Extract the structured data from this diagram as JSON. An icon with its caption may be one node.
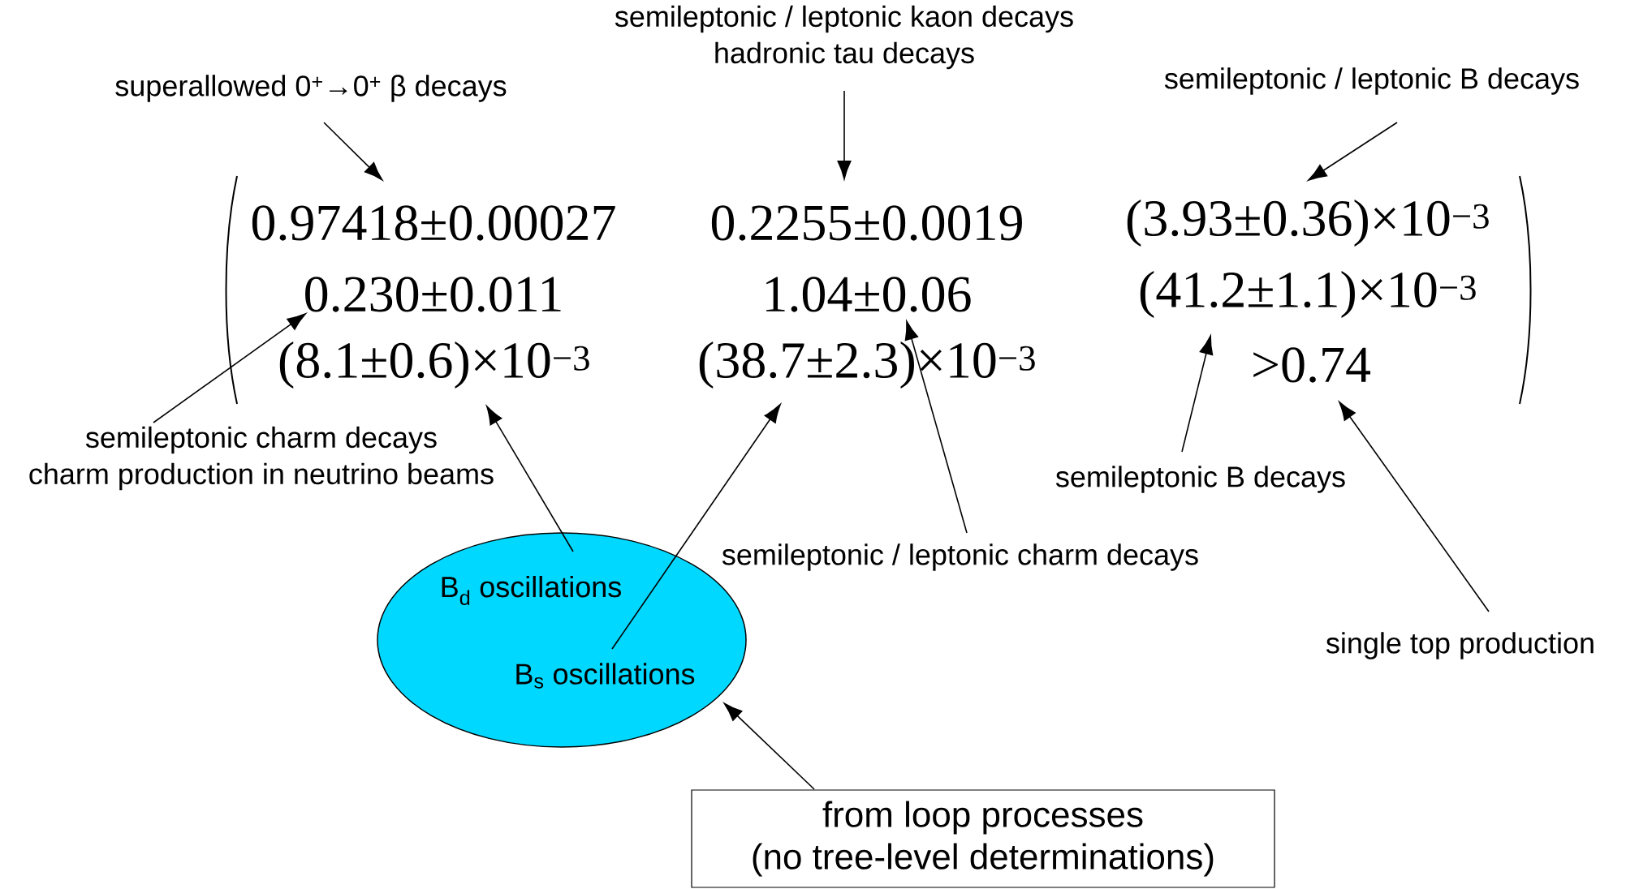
{
  "diagram": {
    "nodes": [
      {
        "text": [
          "superallowed 0$^{+}$→0$^{+}$ β decays"
        ]
      },
      {
        "text": [
          "semileptonic / leptonic kaon decays",
          "hadronic tau decays"
        ]
      },
      {
        "text": [
          "semileptonic / leptonic B decays"
        ]
      },
      {
        "text": [
          "0.97418±0.00027"
        ]
      },
      {
        "text": [
          "0.2255±0.0019"
        ]
      },
      {
        "text": [
          "(3.93±0.36)×10$^{−3}$"
        ]
      },
      {
        "text": [
          "0.230±0.011"
        ]
      },
      {
        "text": [
          "1.04±0.06"
        ]
      },
      {
        "text": [
          "(41.2±1.1)×10$^{−3}$"
        ]
      },
      {
        "text": [
          "(8.1±0.6)×10$^{−3}$"
        ]
      },
      {
        "text": [
          "(38.7±2.3)×10$^{−3}$"
        ]
      },
      {
        "text": [
          ">0.74"
        ]
      },
      {
        "text": [
          "semileptonic charm decays",
          "charm production in neutrino beams"
        ]
      },
      {
        "text": [
          "semileptonic B decays"
        ]
      },
      {
        "text": [
          "semileptonic / leptonic charm decays"
        ]
      },
      {
        "text": [
          "single top production"
        ]
      },
      {
        "text": [],
        "shape": "ellipse"
      },
      {
        "text": [
          "B$_{d}$ oscillations"
        ],
        "in": 16
      },
      {
        "text": [
          "B$_{s}$ oscillations"
        ],
        "in": 16
      },
      {
        "text": [
          "from loop processes",
          "(no tree-level determinations)"
        ]
      }
    ],
    "edges": [
      {
        "from": 0,
        "to": 3,
        "arrow": "to"
      },
      {
        "from": 1,
        "to": 4,
        "arrow": "to"
      },
      {
        "from": 2,
        "to": 5,
        "arrow": "to"
      },
      {
        "from": 12,
        "to": 6,
        "arrow": "to"
      },
      {
        "from": 13,
        "to": 8,
        "arrow": "to"
      },
      {
        "from": 14,
        "to": 7,
        "arrow": "to"
      },
      {
        "from": 15,
        "to": 11,
        "arrow": "to"
      },
      {
        "from": 17,
        "to": 9,
        "arrow": "to"
      },
      {
        "from": 18,
        "to": 10,
        "arrow": "to"
      },
      {
        "from": 19,
        "to": 16,
        "arrow": "to"
      }
    ]
  }
}
